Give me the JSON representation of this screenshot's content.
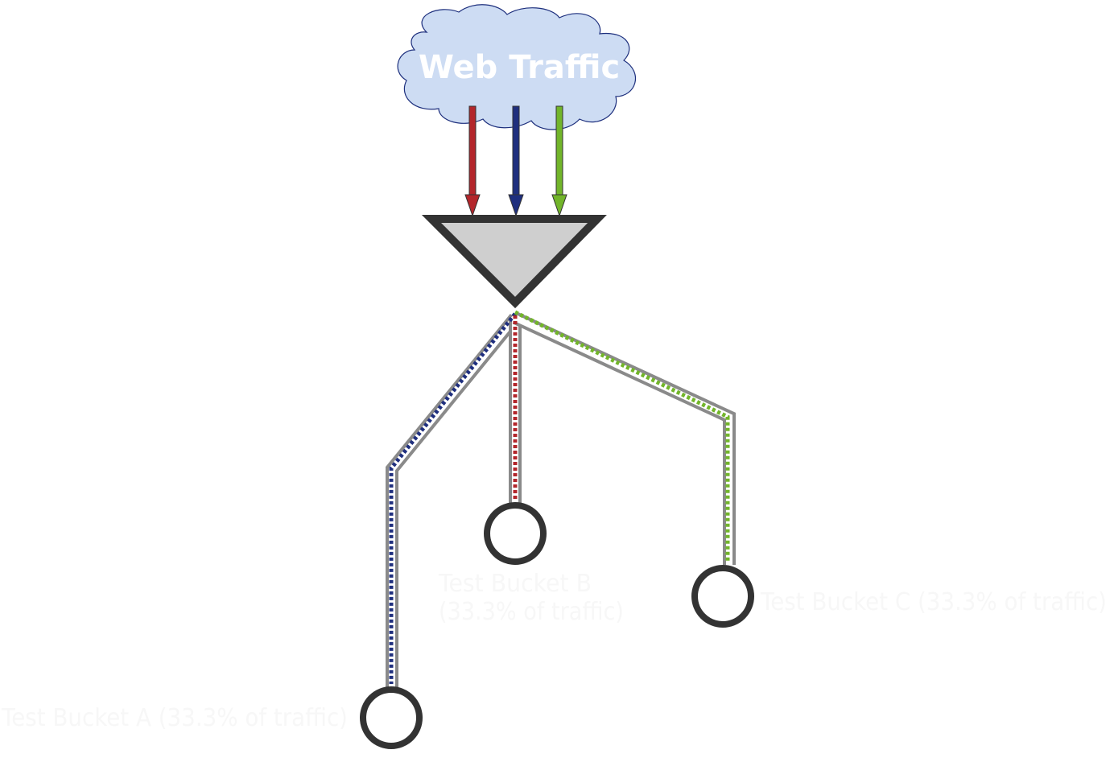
{
  "cloud": {
    "title": "Web Traffic"
  },
  "nodes": [
    {
      "id": "left",
      "label_lines": [
        "Test Bucket A (33.3% of traffic)"
      ]
    },
    {
      "id": "center",
      "label_lines": [
        "Test Bucket B",
        "(33.3% of traffic)"
      ]
    },
    {
      "id": "right",
      "label_lines": [
        "Test Bucket C (33.3% of traffic)"
      ]
    }
  ],
  "colors": {
    "cloud_fill": "#cddcf3",
    "cloud_stroke": "#1d2f7d",
    "red": "#b3262b",
    "blue": "#1f2f7e",
    "green": "#72b52a",
    "splitter_fill": "#cfcfcf",
    "outline": "#333333",
    "pipe": "#8a8a8a"
  }
}
